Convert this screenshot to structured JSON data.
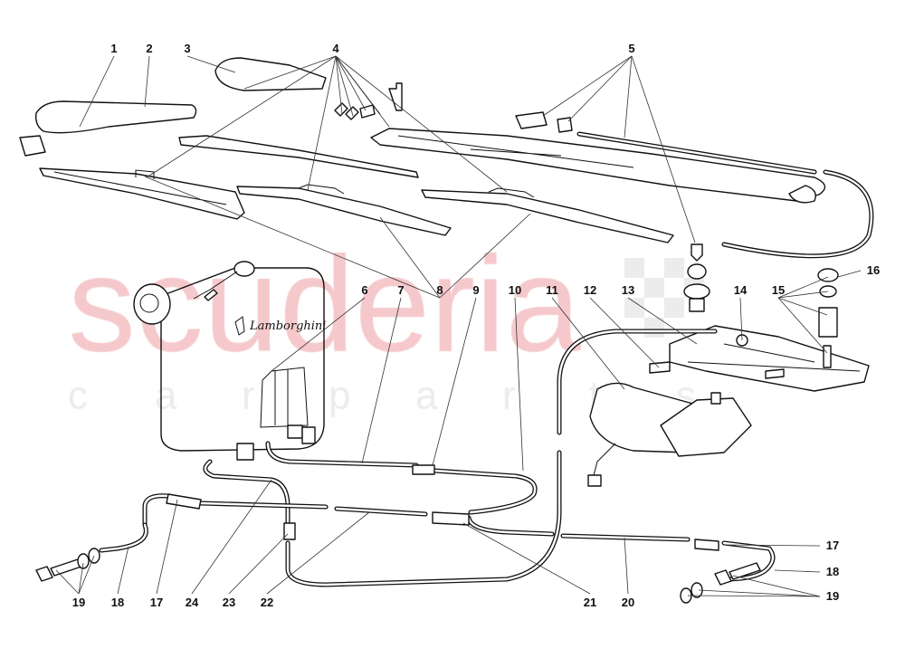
{
  "watermark": {
    "brand": "scuderia",
    "sub": [
      "c",
      "a",
      "r",
      "p",
      "a",
      "r",
      "t",
      "s"
    ]
  },
  "tank_logo": "Lamborghini",
  "callouts": [
    "1",
    "2",
    "3",
    "4",
    "5",
    "6",
    "7",
    "8",
    "9",
    "10",
    "11",
    "12",
    "13",
    "14",
    "15",
    "16",
    "19",
    "18",
    "17",
    "24",
    "23",
    "22",
    "21",
    "20",
    "17",
    "18",
    "19"
  ],
  "colors": {
    "watermark_brand": "#f5c9cb",
    "watermark_sub": "#ececec",
    "line": "#111111"
  }
}
